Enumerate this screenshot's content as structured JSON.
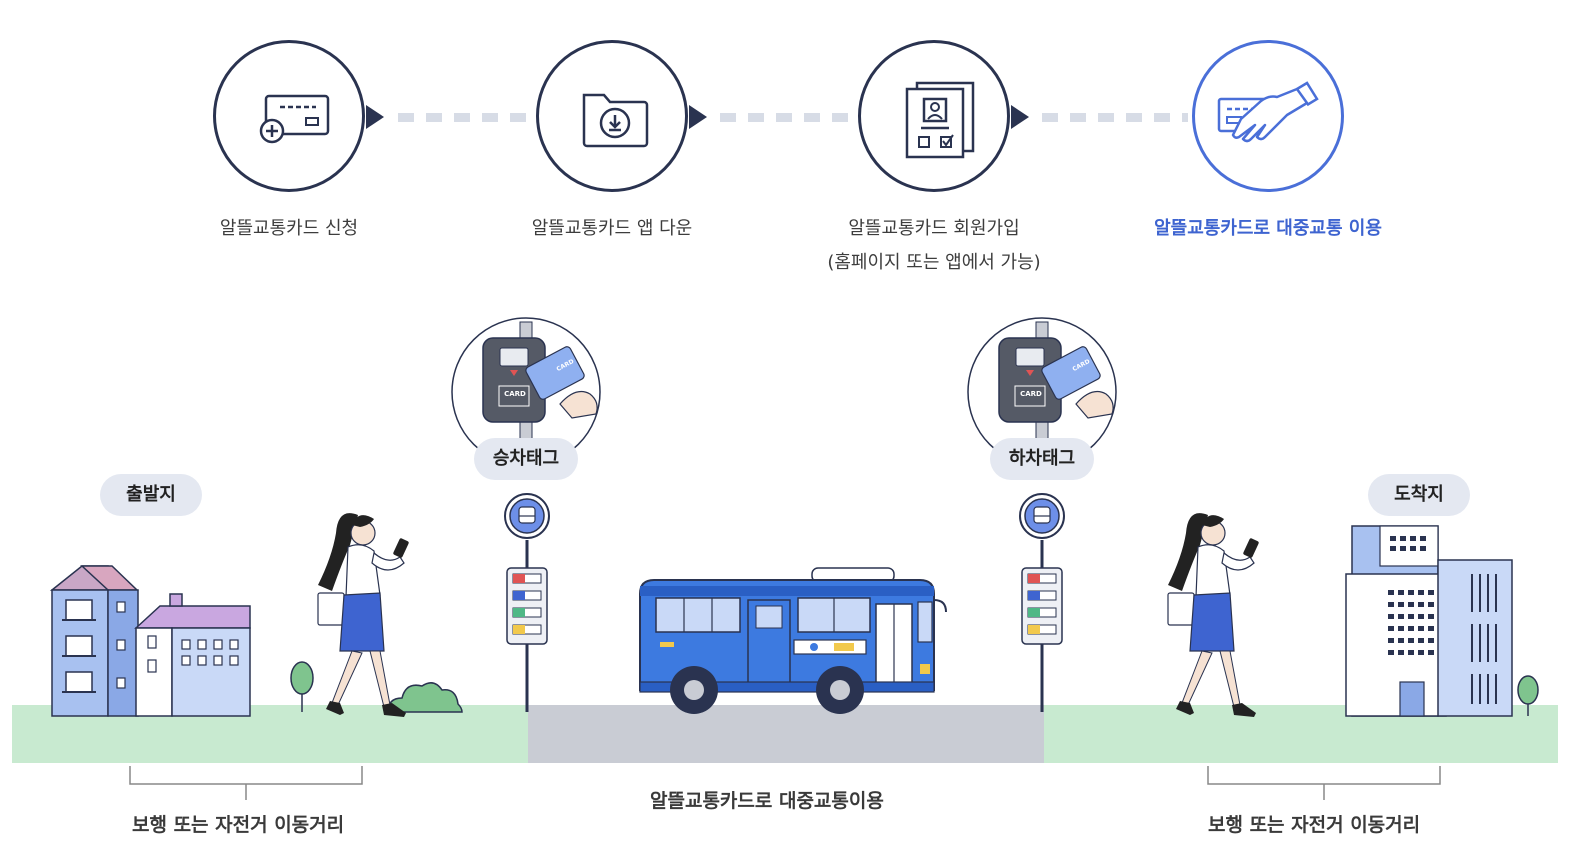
{
  "steps": [
    {
      "label": "알뜰교통카드 신청",
      "icon": "card-add-icon"
    },
    {
      "label": "알뜰교통카드 앱 다운",
      "icon": "folder-download-icon"
    },
    {
      "label": "알뜰교통카드 회원가입",
      "sub": "(홈페이지 또는 앱에서 가능)",
      "icon": "member-document-icon"
    },
    {
      "label": "알뜰교통카드로 대중교통 이용",
      "icon": "hand-card-icon",
      "active": true
    }
  ],
  "scene": {
    "origin": "출발지",
    "destination": "도착지",
    "board_tag": "승차태그",
    "alight_tag": "하차태그",
    "card_text": "CARD",
    "card_brand": "CARD",
    "walk_left": "보행 또는 자전거 이동거리",
    "walk_right": "보행 또는 자전거 이동거리",
    "transit": "알뜰교통카드로 대중교통이용"
  },
  "colors": {
    "navy": "#2a3350",
    "accent": "#3e64d0",
    "bus": "#3d7ae0",
    "ground": "#c8ead0",
    "road": "#c9ccd4"
  }
}
